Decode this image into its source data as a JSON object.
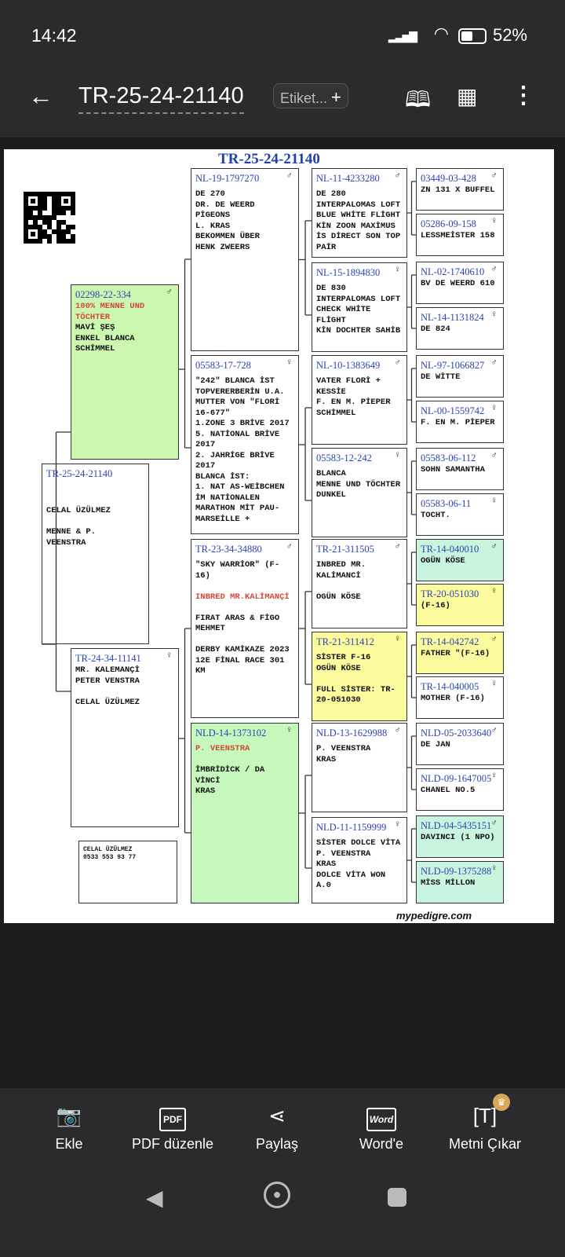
{
  "status": {
    "time": "14:42",
    "battery": "52%"
  },
  "toolbar": {
    "title": "TR-25-24-21140",
    "tag_label": "Etiket...",
    "tag_add": "+"
  },
  "doc": {
    "title": "TR-25-24-21140",
    "brand": "mypedigre.com"
  },
  "boxes": {
    "subject": {
      "id": "TR-25-24-21140",
      "sex": "",
      "bg": "#ffffff",
      "lines": [
        "",
        "",
        "CELAL ÜZÜLMEZ",
        "",
        "MENNE & P.  VEENSTRA"
      ]
    },
    "sire": {
      "id": "02298-22-334",
      "sex": "♂",
      "bg": "#ccf7b0",
      "lines": [
        {
          "t": "100% MENNE UND TÖCHTER",
          "c": "red"
        },
        "MAVİ ŞEŞ",
        "ENKEL BLANCA",
        "SCHİMMEL"
      ]
    },
    "dam": {
      "id": "TR-24-34-11141",
      "sex": "♀",
      "bg": "#ffffff",
      "lines": [
        "MR. KALEMANÇİ",
        "PETER VENSTRA",
        "",
        "CELAL ÜZÜLMEZ"
      ]
    },
    "contact": {
      "id": "",
      "sex": "",
      "bg": "#ffffff",
      "lines": [
        "CELAL ÜZÜLMEZ",
        "0533 553 93 77"
      ]
    },
    "ss": {
      "id": "NL-19-1797270",
      "sex": "♂",
      "bg": "#ffffff",
      "lines": [
        "DE 270",
        "DR. DE WEERD",
        "PİGEONS",
        "L. KRAS",
        "BEKOMMEN ÜBER",
        "HENK ZWEERS"
      ]
    },
    "sd": {
      "id": "05583-17-728",
      "sex": "♀",
      "bg": "#ffffff",
      "lines": [
        "\"242\" BLANCA İST TOPVERERBERİN U.A. MUTTER VON \"FLORİ 16-677\"",
        "1.ZONE 3 BRİVE 2017",
        "5. NATİONAL BRİVE 2017",
        "2. JAHRİGE BRİVE 2017",
        "BLANCA İST:",
        "1. NAT AS-WEİBCHEN İM NATİONALEN MARATHON MİT PAU-MARSEİLLE +"
      ]
    },
    "ds": {
      "id": "TR-23-34-34880",
      "sex": "♂",
      "bg": "#ffffff",
      "lines": [
        "\"SKY WARRİOR\" (F-16)",
        "",
        {
          "t": "INBRED MR.KALİMANÇİ",
          "c": "red"
        },
        "",
        "FIRAT ARAS & FİGO MEHMET",
        "",
        "DERBY KAMİKAZE 2023 12E FİNAL RACE 301 KM"
      ]
    },
    "dd": {
      "id": "NLD-14-1373102",
      "sex": "♀",
      "bg": "#c6f7bd",
      "lines": [
        {
          "t": "P. VEENSTRA",
          "c": "red"
        },
        "",
        "İMBRİDİCK / DA VİNCİ",
        "KRAS"
      ]
    },
    "sss": {
      "id": "NL-11-4233280",
      "sex": "♂",
      "bg": "#ffffff",
      "lines": [
        "DE 280",
        "INTERPALOMAS LOFT",
        "BLUE WHİTE FLİGHT",
        "KİN ZOON MAXİMUS",
        "İS DİRECT SON TOP PAİR"
      ]
    },
    "ssd": {
      "id": "NL-15-1894830",
      "sex": "♀",
      "bg": "#ffffff",
      "lines": [
        "DE 830",
        "INTERPALOMAS LOFT",
        "CHECK WHİTE FLİGHT",
        "KİN DOCHTER SAHİB"
      ]
    },
    "sds": {
      "id": "NL-10-1383649",
      "sex": "♂",
      "bg": "#ffffff",
      "lines": [
        "VATER FLORİ + KESSİE",
        "F. EN M. PİEPER",
        "SCHİMMEL"
      ]
    },
    "sdd": {
      "id": "05583-12-242",
      "sex": "♀",
      "bg": "#ffffff",
      "lines": [
        "BLANCA",
        "MENNE UND TÖCHTER",
        "DUNKEL"
      ]
    },
    "dss": {
      "id": "TR-21-311505",
      "sex": "♂",
      "bg": "#ffffff",
      "lines": [
        "INBRED MR. KALİMANCİ",
        "",
        "OGÜN KÖSE"
      ]
    },
    "dsd": {
      "id": "TR-21-311412",
      "sex": "♀",
      "bg": "#fbfb9e",
      "lines": [
        "SİSTER F-16",
        "OGÜN KÖSE",
        "",
        "FULL SİSTER: TR-20-051030"
      ]
    },
    "dds": {
      "id": "NLD-13-1629988",
      "sex": "♂",
      "bg": "#ffffff",
      "lines": [
        "P. VEENSTRA",
        "KRAS"
      ]
    },
    "ddd": {
      "id": "NLD-11-1159999",
      "sex": "♀",
      "bg": "#ffffff",
      "lines": [
        "SİSTER DOLCE VİTA",
        "P. VEENSTRA",
        "KRAS",
        "DOLCE VİTA WON A.0"
      ]
    },
    "g1": {
      "id": "03449-03-428",
      "sex": "♂",
      "bg": "#ffffff",
      "lines": [
        "ZN 131 X BUFFEL"
      ]
    },
    "g2": {
      "id": "05286-09-158",
      "sex": "♀",
      "bg": "#ffffff",
      "lines": [
        "LESSMEİSTER 158"
      ]
    },
    "g3": {
      "id": "NL-02-1740610",
      "sex": "♂",
      "bg": "#ffffff",
      "lines": [
        "BV DE WEERD 610"
      ]
    },
    "g4": {
      "id": "NL-14-1131824",
      "sex": "♀",
      "bg": "#ffffff",
      "lines": [
        "DE 824"
      ]
    },
    "g5": {
      "id": "NL-97-1066827",
      "sex": "♂",
      "bg": "#ffffff",
      "lines": [
        "DE WİTTE"
      ]
    },
    "g6": {
      "id": "NL-00-1559742",
      "sex": "♀",
      "bg": "#ffffff",
      "lines": [
        "F. EN M. PİEPER"
      ]
    },
    "g7": {
      "id": "05583-06-112",
      "sex": "♂",
      "bg": "#ffffff",
      "lines": [
        "SOHN SAMANTHA"
      ]
    },
    "g8": {
      "id": "05583-06-11",
      "sex": "♀",
      "bg": "#ffffff",
      "lines": [
        "TOCHT."
      ]
    },
    "g9": {
      "id": "TR-14-040010",
      "sex": "♂",
      "bg": "#c9f5df",
      "lines": [
        "OGÜN KÖSE"
      ]
    },
    "g10": {
      "id": "TR-20-051030",
      "sex": "♀",
      "bg": "#fbfb9e",
      "lines": [
        "(F-16)"
      ]
    },
    "g11": {
      "id": "TR-14-042742",
      "sex": "♂",
      "bg": "#fbfb9e",
      "lines": [
        "FATHER \"(F-16)"
      ]
    },
    "g12": {
      "id": "TR-14-040005",
      "sex": "♀",
      "bg": "#ffffff",
      "lines": [
        "MOTHER (F-16)"
      ]
    },
    "g13": {
      "id": "NLD-05-2033640",
      "sex": "♂",
      "bg": "#ffffff",
      "lines": [
        "DE JAN"
      ]
    },
    "g14": {
      "id": "NLD-09-1647005",
      "sex": "♀",
      "bg": "#ffffff",
      "lines": [
        "CHANEL NO.5"
      ]
    },
    "g15": {
      "id": "NLD-04-5435151",
      "sex": "♂",
      "bg": "#c9f5df",
      "lines": [
        "DAVINCI (1 NPO)"
      ]
    },
    "g16": {
      "id": "NLD-09-1375288",
      "sex": "♀",
      "bg": "#c9f5df",
      "lines": [
        "MİSS MİLLON"
      ]
    }
  },
  "bottom": {
    "items": [
      {
        "label": "Ekle",
        "icon": "camera-add-icon"
      },
      {
        "label": "PDF düzenle",
        "icon": "pdf-icon"
      },
      {
        "label": "Paylaş",
        "icon": "share-icon"
      },
      {
        "label": "Word'e",
        "icon": "word-icon"
      },
      {
        "label": "Metni Çıkar",
        "icon": "text-extract-icon"
      }
    ],
    "word_badge": "Word",
    "pdf_badge": "PDF"
  }
}
